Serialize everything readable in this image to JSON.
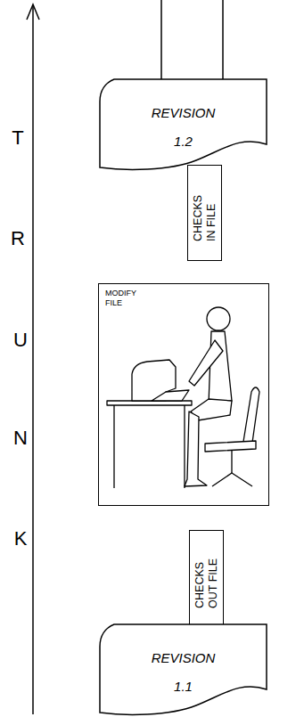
{
  "diagram": {
    "nodes": [
      {
        "text": [
          "REVISION 1.2"
        ]
      },
      {
        "text": [
          "CHECKS IN FILE"
        ]
      },
      {
        "text": [
          "MODIFY FILE"
        ]
      },
      {
        "text": [
          "CHECKS OUT FILE"
        ]
      },
      {
        "text": [
          "REVISION 1.1"
        ]
      }
    ],
    "labels": [
      "T",
      "R",
      "U",
      "N",
      "K"
    ]
  }
}
